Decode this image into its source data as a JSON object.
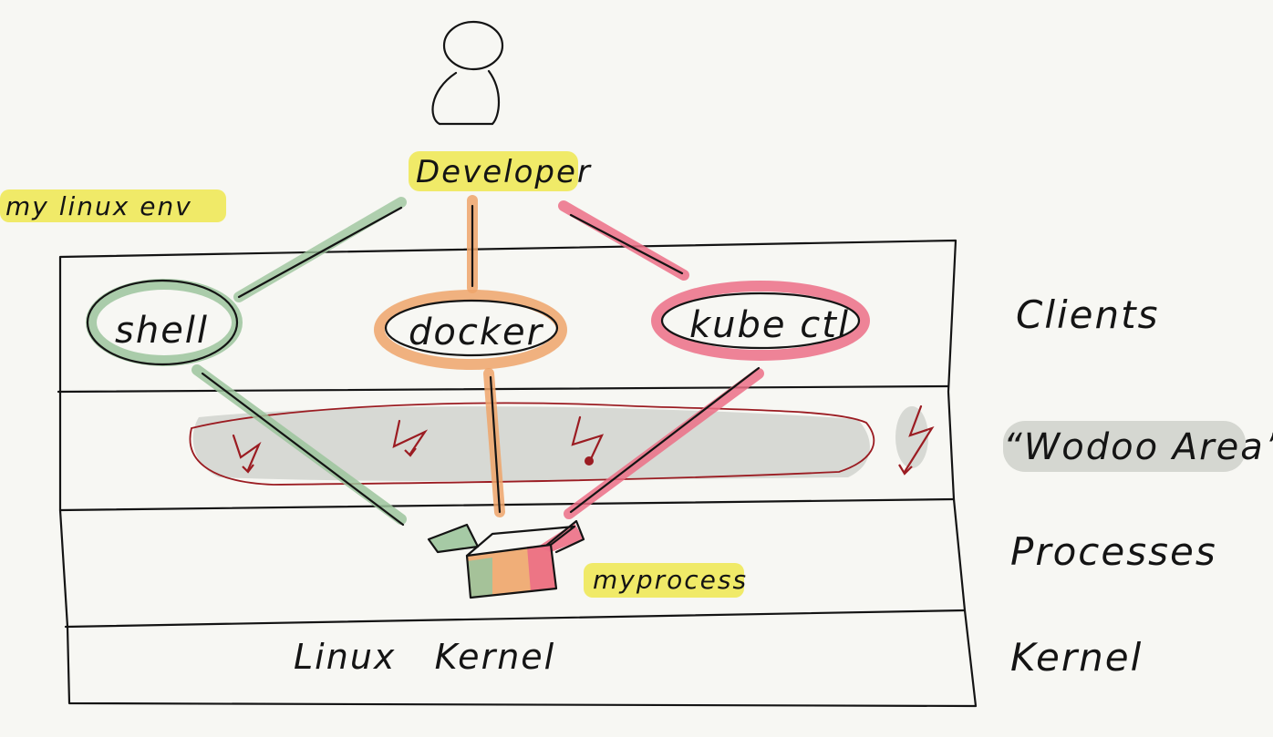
{
  "diagram": {
    "developer_label": "Developer",
    "env_label": "my linux env",
    "clients": {
      "shell": "shell",
      "docker": "docker",
      "kubectl": "kube ctl"
    },
    "process_label": "myprocess",
    "kernel_inside_label": "Linux   Kernel",
    "layers": {
      "clients": "Clients",
      "voodoo": "“Wodoo Area”",
      "processes": "Processes",
      "kernel": "Kernel"
    },
    "colors": {
      "shell": "#9cc49c",
      "docker": "#eea56a",
      "kubectl": "#ec6f86",
      "highlight": "#eee84f",
      "voodoo_outline": "#9b1c22",
      "voodoo_fill": "#c9ccc6"
    }
  }
}
